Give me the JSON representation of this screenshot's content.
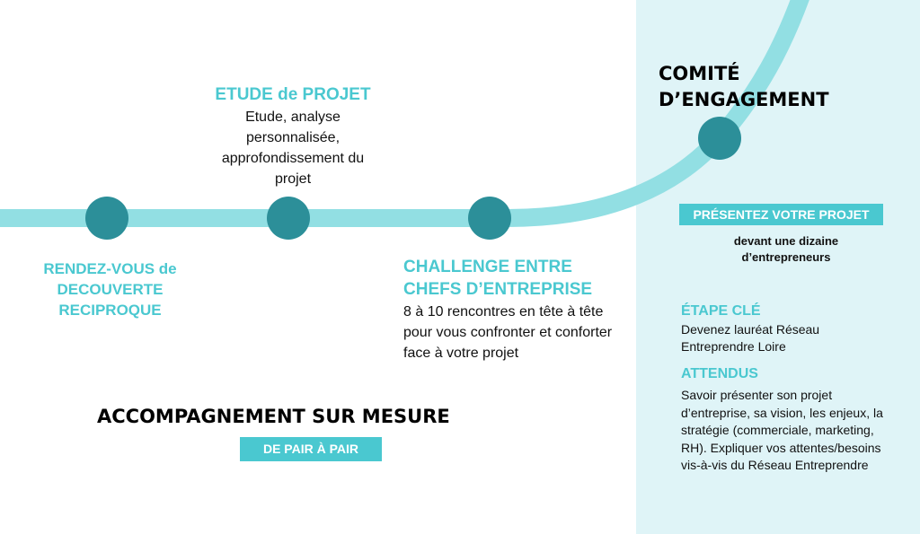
{
  "colors": {
    "panel": "#dff4f7",
    "track": "#92dfe3",
    "dot": "#2c8f99",
    "accent": "#4ac8d0"
  },
  "steps": [
    {
      "title": "RENDEZ-VOUS de DECOUVERTE RECIPROQUE"
    },
    {
      "title": "ETUDE de PROJET",
      "text": "Etude, analyse personnalisée, approfondissement du projet"
    },
    {
      "title": "CHALLENGE ENTRE CHEFS D’ENTREPRISE",
      "text": "8 à 10 rencontres en tête à tête pour vous confronter et conforter face à votre projet"
    },
    {
      "title": "COMITÉ D’ENGAGEMENT"
    }
  ],
  "accompagnement": {
    "title": "ACCOMPAGNEMENT SUR MESURE",
    "badge": "DE PAIR À PAIR"
  },
  "comite": {
    "badge": "PRÉSENTEZ VOTRE PROJET",
    "subtitle": "devant une dizaine d’entrepreneurs",
    "etape_title": "ÉTAPE CLÉ",
    "etape_text": "Devenez lauréat Réseau Entreprendre Loire",
    "attendus_title": "ATTENDUS",
    "attendus_text": "Savoir présenter son projet d’entreprise, sa vision, les enjeux, la stratégie (commerciale, marketing, RH). Expliquer vos attentes/besoins vis-à-vis du Réseau Entreprendre"
  }
}
